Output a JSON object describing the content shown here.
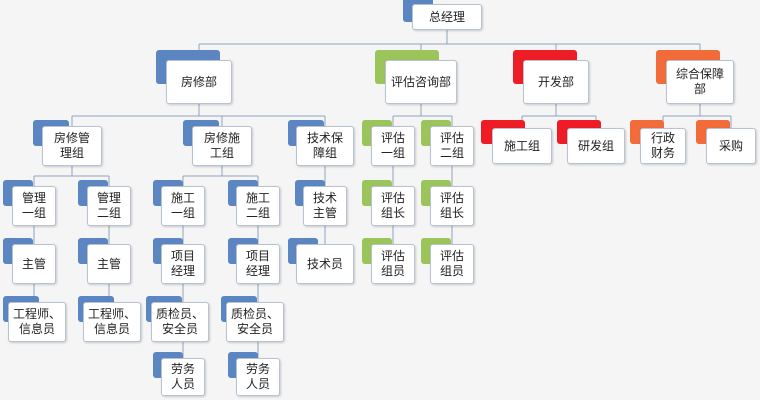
{
  "colors": {
    "blue": "#5b86c2",
    "green": "#9bc45a",
    "red": "#ee1c25",
    "orange": "#f26b3a",
    "line": "#8fa3bf"
  },
  "nodes": {
    "ceo": "总经理",
    "dept_house": "房修部",
    "dept_eval": "评估咨询部",
    "dept_dev": "开发部",
    "dept_admin": "综合保障\n部",
    "hm_group": "房修管\n理组",
    "hc_group": "房修施\n工组",
    "ts_group": "技术保\n障组",
    "mg1": "管理\n一组",
    "mg2": "管理\n二组",
    "zg1": "主管",
    "zg2": "主管",
    "eng1": "工程师、\n信息员",
    "eng2": "工程师、\n信息员",
    "sg1": "施工\n一组",
    "sg2": "施工\n二组",
    "pm1": "项目\n经理",
    "pm2": "项目\n经理",
    "qa1": "质检员、\n安全员",
    "qa2": "质检员、\n安全员",
    "lw1": "劳务\n人员",
    "lw2": "劳务\n人员",
    "ts_mgr": "技术\n主管",
    "ts_staff": "技术员",
    "ev1": "评估\n一组",
    "ev2": "评估\n二组",
    "evl1": "评估\n组长",
    "evl2": "评估\n组长",
    "evm1": "评估\n组员",
    "evm2": "评估\n组员",
    "dev_build": "施工组",
    "dev_rd": "研发组",
    "adm_fin": "行政\n财务",
    "adm_buy": "采购"
  }
}
